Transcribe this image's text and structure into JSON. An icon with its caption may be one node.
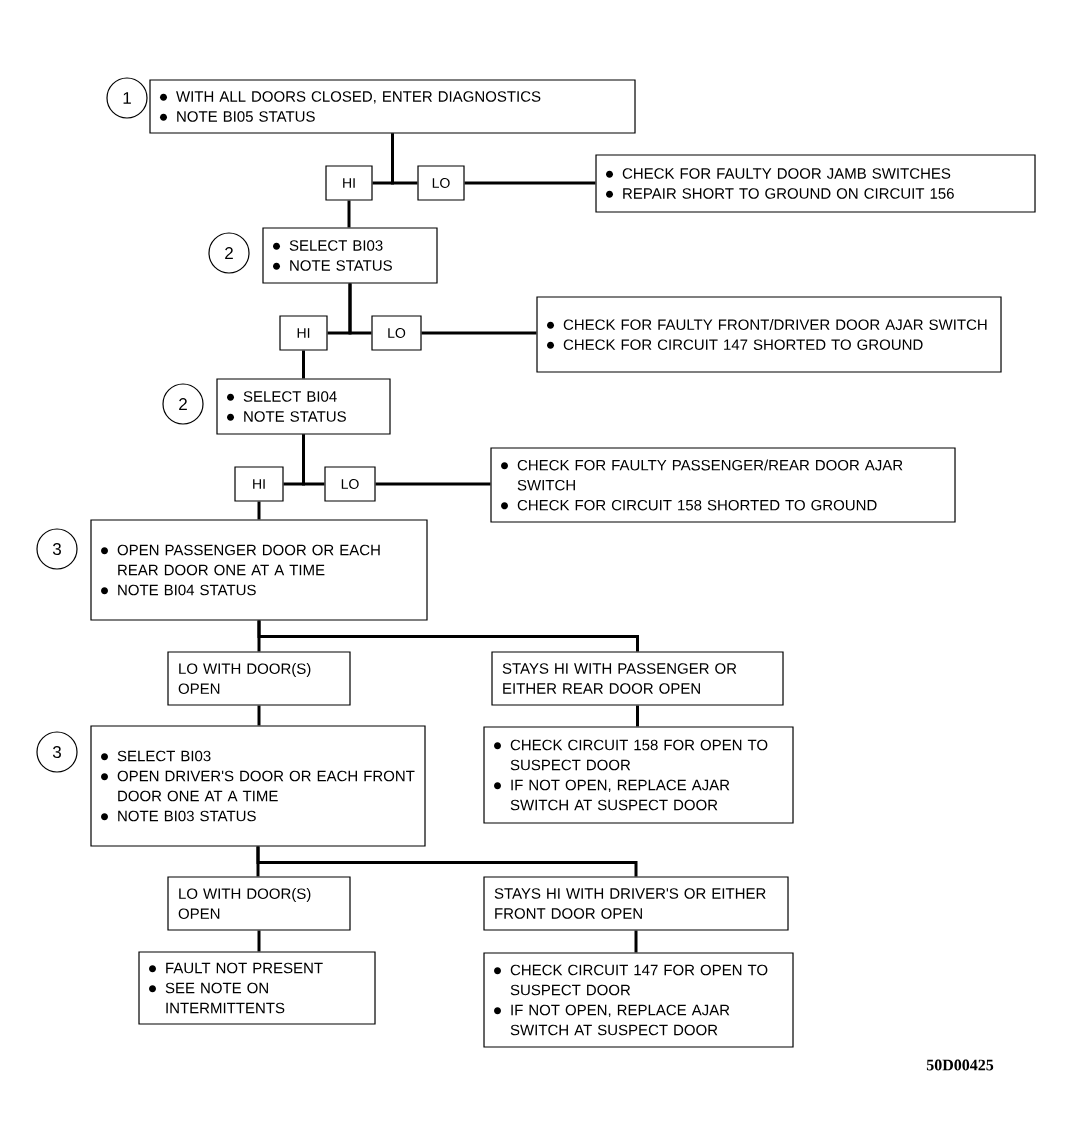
{
  "diagram": {
    "nodes": [
      {
        "text": [
          "1"
        ]
      },
      {
        "text": [
          "WITH ALL DOORS CLOSED, ENTER DIAGNOSTICS",
          "NOTE BI05 STATUS"
        ]
      },
      {
        "text": [
          "HI"
        ]
      },
      {
        "text": [
          "LO"
        ]
      },
      {
        "text": [
          "CHECK FOR FAULTY DOOR JAMB SWITCHES",
          "REPAIR SHORT TO GROUND ON CIRCUIT 156"
        ]
      },
      {
        "text": [
          "2"
        ]
      },
      {
        "text": [
          "SELECT BI03",
          "NOTE STATUS"
        ]
      },
      {
        "text": [
          "HI"
        ]
      },
      {
        "text": [
          "LO"
        ]
      },
      {
        "text": [
          "CHECK FOR FAULTY FRONT/DRIVER DOOR AJAR SWITCH",
          "CHECK FOR CIRCUIT 147 SHORTED TO GROUND"
        ]
      },
      {
        "text": [
          "2"
        ]
      },
      {
        "text": [
          "SELECT BI04",
          "NOTE STATUS"
        ]
      },
      {
        "text": [
          "HI"
        ]
      },
      {
        "text": [
          "LO"
        ]
      },
      {
        "text": [
          "CHECK FOR FAULTY PASSENGER/REAR DOOR AJAR SWITCH",
          "CHECK FOR CIRCUIT 158 SHORTED TO GROUND"
        ]
      },
      {
        "text": [
          "3"
        ]
      },
      {
        "text": [
          "OPEN PASSENGER DOOR OR EACH REAR DOOR ONE AT A TIME",
          "NOTE BI04 STATUS"
        ]
      },
      {
        "text": [
          "LO WITH DOOR(S) OPEN"
        ]
      },
      {
        "text": [
          "STAYS HI WITH PASSENGER OR EITHER REAR DOOR OPEN"
        ]
      },
      {
        "text": [
          "3"
        ]
      },
      {
        "text": [
          "SELECT BI03",
          "OPEN DRIVER'S DOOR OR EACH FRONT DOOR ONE AT A TIME",
          "NOTE BI03 STATUS"
        ]
      },
      {
        "text": [
          "CHECK CIRCUIT 158 FOR OPEN TO SUSPECT DOOR",
          "IF NOT OPEN, REPLACE AJAR SWITCH AT SUSPECT DOOR"
        ]
      },
      {
        "text": [
          "LO WITH DOOR(S) OPEN"
        ]
      },
      {
        "text": [
          "STAYS HI WITH DRIVER'S OR EITHER FRONT DOOR OPEN"
        ]
      },
      {
        "text": [
          "FAULT NOT PRESENT",
          "SEE NOTE ON INTERMITTENTS"
        ]
      },
      {
        "text": [
          "CHECK CIRCUIT 147 FOR OPEN TO SUSPECT DOOR",
          "IF NOT OPEN, REPLACE AJAR SWITCH AT SUSPECT DOOR"
        ]
      }
    ],
    "edges": [
      {
        "from": 1,
        "to": 2,
        "arrow": "none"
      },
      {
        "from": 1,
        "to": 3,
        "arrow": "none"
      },
      {
        "from": 3,
        "to": 4,
        "arrow": "none"
      },
      {
        "from": 2,
        "to": 6,
        "arrow": "none"
      },
      {
        "from": 6,
        "to": 7,
        "arrow": "none"
      },
      {
        "from": 6,
        "to": 8,
        "arrow": "none"
      },
      {
        "from": 8,
        "to": 9,
        "arrow": "none"
      },
      {
        "from": 7,
        "to": 11,
        "arrow": "none"
      },
      {
        "from": 11,
        "to": 12,
        "arrow": "none"
      },
      {
        "from": 11,
        "to": 13,
        "arrow": "none"
      },
      {
        "from": 13,
        "to": 14,
        "arrow": "none"
      },
      {
        "from": 12,
        "to": 16,
        "arrow": "none"
      },
      {
        "from": 16,
        "to": 17,
        "arrow": "none"
      },
      {
        "from": 16,
        "to": 18,
        "arrow": "none"
      },
      {
        "from": 17,
        "to": 20,
        "arrow": "none"
      },
      {
        "from": 18,
        "to": 21,
        "arrow": "none"
      },
      {
        "from": 20,
        "to": 22,
        "arrow": "none"
      },
      {
        "from": 20,
        "to": 23,
        "arrow": "none"
      },
      {
        "from": 22,
        "to": 24,
        "arrow": "none"
      },
      {
        "from": 23,
        "to": 25,
        "arrow": "none"
      }
    ],
    "labels": [
      "50D00425"
    ]
  }
}
